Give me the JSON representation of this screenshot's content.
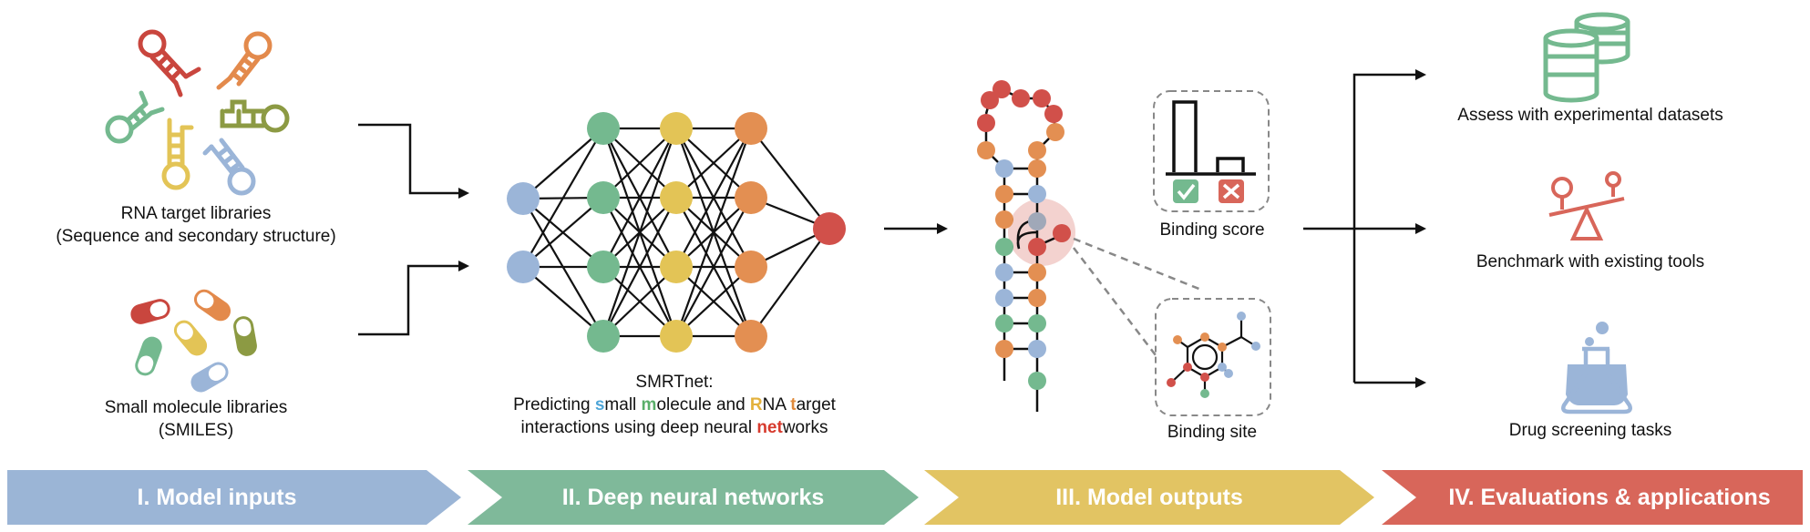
{
  "inputs": {
    "rna_title": "RNA target libraries",
    "rna_subtitle": "(Sequence and secondary structure)",
    "mol_title": "Small molecule libraries",
    "mol_subtitle": "(SMILES)"
  },
  "network": {
    "name": "SMRTnet:",
    "line1_parts": [
      "Predicting ",
      "s",
      "mall ",
      "m",
      "olecule and ",
      "R",
      "NA ",
      "t",
      "arget"
    ],
    "line2_parts": [
      "interactions using deep neural ",
      "net",
      "works"
    ]
  },
  "outputs": {
    "score_label": "Binding score",
    "site_label": "Binding site"
  },
  "applications": {
    "assess": "Assess with experimental datasets",
    "benchmark": "Benchmark with existing tools",
    "screening": "Drug screening tasks"
  },
  "banners": [
    {
      "label": "I. Model inputs",
      "color": "#9bb5d6"
    },
    {
      "label": "II. Deep neural networks",
      "color": "#7fb99a"
    },
    {
      "label": "III. Model outputs",
      "color": "#e2c463"
    },
    {
      "label": "IV. Evaluations & applications",
      "color": "#d8665a"
    }
  ],
  "colors": {
    "red": "#d1504a",
    "orange": "#e38f52",
    "blue": "#9bb5d8",
    "green": "#74b98f",
    "yellow": "#e3c456",
    "olive": "#8c9a43",
    "accent_s": "#4fa6d8",
    "accent_m": "#5aaf6a",
    "accent_R": "#e3b13c",
    "accent_t": "#e08a3a",
    "accent_net": "#d73b2e"
  }
}
